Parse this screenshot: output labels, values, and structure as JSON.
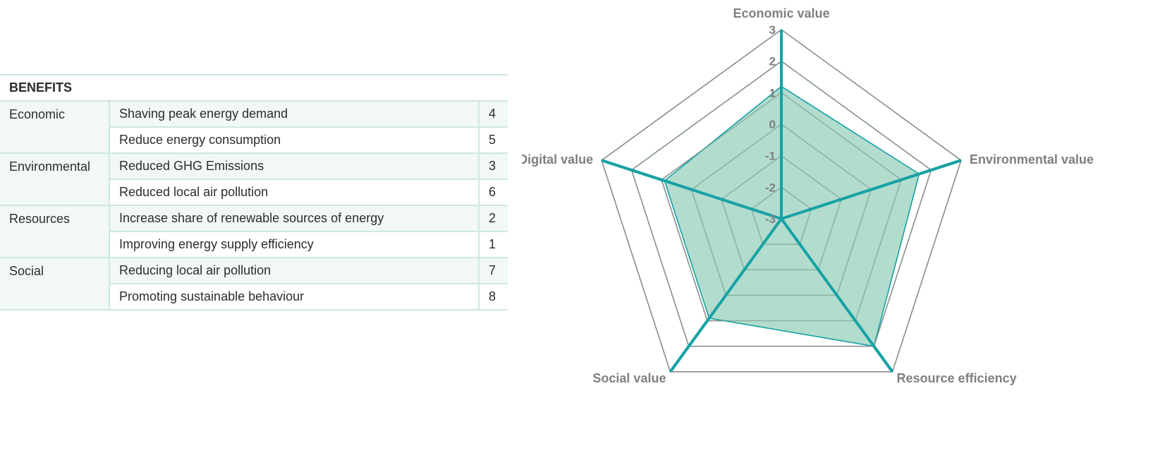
{
  "table": {
    "header": "BENEFITS",
    "rows": [
      {
        "category": "Economic",
        "description": "Shaving peak energy demand",
        "value": "4"
      },
      {
        "category": "",
        "description": "Reduce energy consumption",
        "value": "5"
      },
      {
        "category": "Environmental",
        "description": "Reduced GHG Emissions",
        "value": "3"
      },
      {
        "category": "",
        "description": "Reduced local air pollution",
        "value": "6"
      },
      {
        "category": "Resources",
        "description": "Increase share of renewable sources of energy",
        "value": "2"
      },
      {
        "category": "",
        "description": "Improving energy supply efficiency",
        "value": "1"
      },
      {
        "category": "Social",
        "description": "Reducing local air pollution",
        "value": "7"
      },
      {
        "category": "",
        "description": "Promoting sustainable behaviour",
        "value": "8"
      }
    ]
  },
  "chart_data": {
    "type": "radar",
    "categories": [
      "Economic value",
      "Environmental value",
      "Resource efficiency",
      "Social value",
      "Digital value"
    ],
    "ticks": [
      "3",
      "2",
      "1",
      "0",
      "-1",
      "-2",
      "-3"
    ],
    "rlim": [
      -3,
      3
    ],
    "series": [
      {
        "values": [
          3,
          3,
          3,
          3,
          3
        ],
        "style": "line",
        "color": "#17a2a6"
      },
      {
        "values": [
          1.2,
          1.6,
          2.0,
          0.9,
          0.9
        ],
        "style": "area",
        "color": "#17a2a6",
        "fill": "#9fd3c0"
      }
    ],
    "grid": true
  }
}
